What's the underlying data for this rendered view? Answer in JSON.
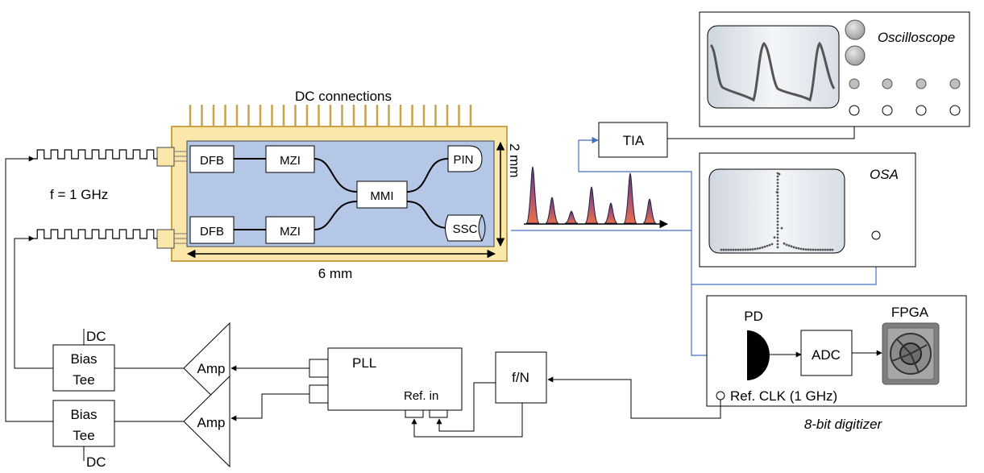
{
  "labels": {
    "dc_connections": "DC connections",
    "freq": "f = 1 GHz",
    "chip_width": "6 mm",
    "chip_height": "2 mm",
    "dfb_top": "DFB",
    "dfb_bottom": "DFB",
    "mzi_top": "MZI",
    "mzi_bottom": "MZI",
    "mmi": "MMI",
    "pin": "PIN",
    "ssc": "SSC",
    "tia": "TIA",
    "oscilloscope": "Oscilloscope",
    "osa": "OSA",
    "pd": "PD",
    "adc": "ADC",
    "fpga": "FPGA",
    "ref_clk": "Ref. CLK (1 GHz)",
    "digitizer": "8-bit digitizer",
    "pll": "PLL",
    "ref_in": "Ref. in",
    "fn": "f/N",
    "amp_top": "Amp",
    "amp_bottom": "Amp",
    "bias_top": "Bias",
    "tee_top": "Tee",
    "bias_bottom": "Bias",
    "tee_bottom": "Tee",
    "dc_top": "DC",
    "dc_bottom": "DC"
  },
  "colors": {
    "chip_package": "#fbe7a9",
    "chip_package_border": "#c9a24a",
    "chip_substrate": "#b4c7e7",
    "dc_pins": "#c9a24a",
    "signal_line": "#4472c4",
    "spectrum_low": "#c0504d",
    "spectrum_high": "#4e3c73",
    "fpga_chip": "#808080"
  }
}
